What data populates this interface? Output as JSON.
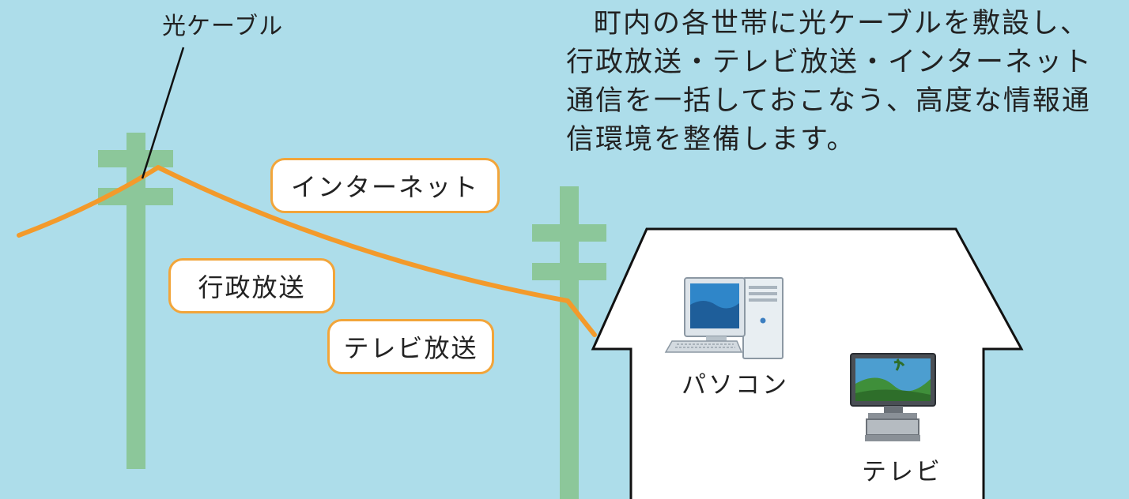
{
  "labels": {
    "cable": "光ケーブル",
    "description": "町内の各世帯に光ケーブルを敷設し、行政放送・テレビ放送・インターネット通信を一括しておこなう、高度な情報通信環境を整備します。",
    "internet": "インターネット",
    "gov_broadcast": "行政放送",
    "tv_broadcast": "テレビ放送",
    "pc": "パソコン",
    "tv": "テレビ"
  },
  "colors": {
    "background": "#ADDDEA",
    "pole": "#8CC79A",
    "cable": "#F39A2B",
    "pill_border": "#F2A53A",
    "house_fill": "#FFFFFF",
    "outline": "#111111"
  }
}
